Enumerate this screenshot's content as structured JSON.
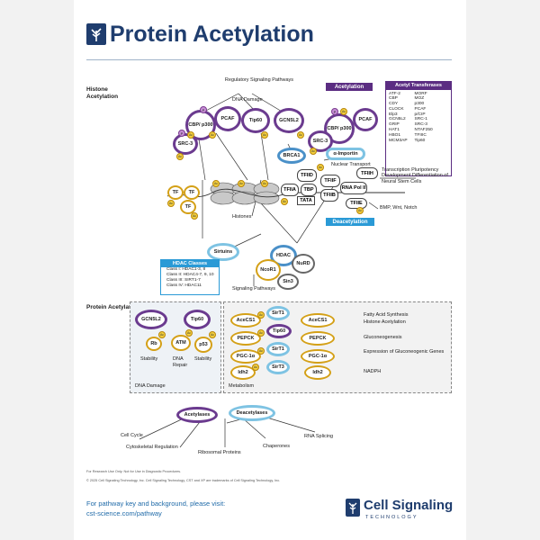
{
  "header": {
    "title": "Protein Acetylation"
  },
  "sections": {
    "histone": "Histone Acetylation",
    "protein": "Protein Acetylation"
  },
  "badges": {
    "acetylation": "Acetylation",
    "deacetylation": "Deacetylation",
    "acetylases": "Acetylases",
    "deacetylases": "Deacetylases"
  },
  "labels": {
    "regulatory": "Regulatory Signaling Pathways",
    "dna_damage": "DNA Damage",
    "nuclear_transport": "Nuclear Transport",
    "histones": "Histones",
    "signaling": "Signaling Pathways",
    "outcomes": "Transcription Pluripotency Development Differentiation of Neural Stem Cells",
    "bmp": "BMP, Wnt, Notch",
    "stability1": "Stability",
    "dna_repair": "DNA Repair",
    "stability2": "Stability",
    "dna_damage_panel": "DNA Damage",
    "metabolism": "Metabolism",
    "fatty": "Fatty Acid Synthesis",
    "histone_acet": "Histone Acetylation",
    "gluconeo": "Gluconeogenesis",
    "expression": "Expression of Gluconeogenic Genes",
    "nadph": "NADPH"
  },
  "nodes": {
    "cbp1": "CBP/ p300",
    "pcaf1": "PCAF",
    "src3a": "SRC-3",
    "tip60a": "Tip60",
    "gcn5l2a": "GCN5L2",
    "cbp2": "CBP/ p300",
    "pcaf2": "PCAF",
    "src3b": "SRC-3",
    "brca1": "BRCA1",
    "importin": "α-Importin",
    "tfiid": "TFIID",
    "tfiih": "TFIIH",
    "tfiia": "TFIIA",
    "tbp": "TBP",
    "tfiif": "TFIIF",
    "rnapol": "RNA Pol II",
    "tata": "TATA",
    "tfiib": "TFIIB",
    "tfiie": "TFIIE",
    "tf1": "TF",
    "tf2": "TF",
    "tf3": "TF",
    "sirtuins": "Sirtuins",
    "hdac": "HDAC",
    "ncor1": "NcoR1",
    "nurd": "NuRD",
    "sin3": "Sin3",
    "gcn5l2b": "GCN5L2",
    "tip60b": "Tip60",
    "rb": "Rb",
    "atm": "ATM",
    "p53": "p53",
    "acecs1a": "AceCS1",
    "sirt1a": "SirT1",
    "acecs1b": "AceCS1",
    "pepck1": "PEPCK",
    "tip60c": "Tip60",
    "pepck2": "PEPCK",
    "pgc1": "PGC-1α",
    "sirt1b": "SirT1",
    "pgc2": "PGC-1α",
    "idh2a": "Idh2",
    "sirt3": "SirT3",
    "idh2b": "Idh2",
    "acetylases_node": "Acetylases",
    "deacetylases_node": "Deacetylases"
  },
  "acetyl_transferases": {
    "header": "Acetyl Transferases",
    "col1": [
      "ATF-2",
      "CBP",
      "CDY",
      "CLOCK",
      "Elp3",
      "GCN5L2",
      "GRIP",
      "HAT1",
      "HBO1",
      "MCM3AP"
    ],
    "col2": [
      "MORF",
      "MOZ",
      "p300",
      "PCAF",
      "p/CIP",
      "SRC-1",
      "SRC-3",
      "NTAF250",
      "TFIIIC",
      "Tip60"
    ]
  },
  "hdac_classes": {
    "header": "HDAC Classes",
    "rows": [
      "Class I: HDAC1-3, 8",
      "Class II: HDAC4-7, 9, 10",
      "Class III: SIRT1-7",
      "Class IV: HDAC11"
    ]
  },
  "bottom_targets": [
    "Cell Cycle",
    "Cytoskeletal Regulation",
    "Ribosomal Proteins",
    "Chaperones",
    "RNA Splicing"
  ],
  "footer": {
    "line1": "For Research Use Only. Not for Use in Diagnostic Procedures.",
    "line2": "© 2025 Cell Signaling Technology, Inc. Cell Signaling Technology, CST and XP are trademarks of Cell Signaling Technology, Inc.",
    "visit": "For pathway key and background, please visit:",
    "url": "cst-science.com/pathway",
    "company": "Cell Signaling",
    "company_sub": "TECHNOLOGY"
  },
  "colors": {
    "navy": "#1f3d6e",
    "purple": "#5b2d82",
    "blue": "#2a9ad6"
  }
}
